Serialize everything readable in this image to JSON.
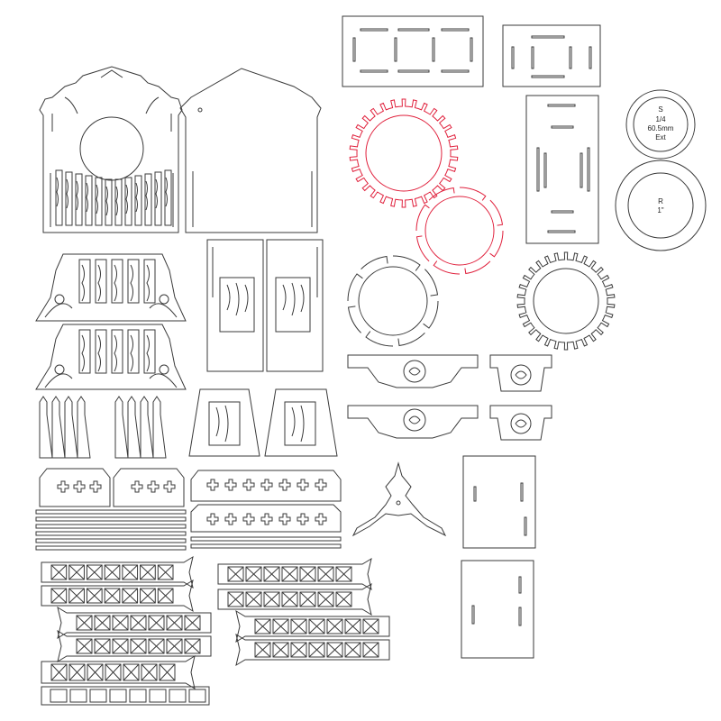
{
  "colors": {
    "background": "#ffffff",
    "cut_line": "#3a3a3a",
    "red_line": "#e0203c"
  },
  "labels": {
    "disk_top": [
      "S",
      "1/4",
      "60.5mm",
      "Ext"
    ],
    "disk_bottom": [
      "R",
      "1\""
    ]
  }
}
